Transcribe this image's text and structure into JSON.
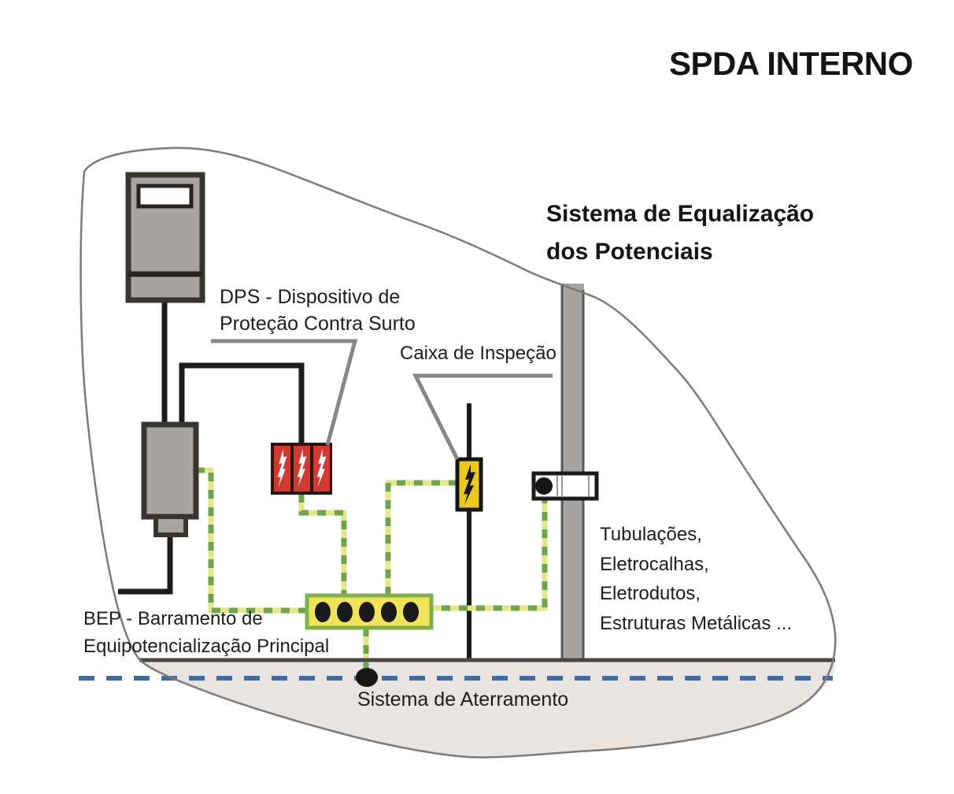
{
  "title": "SPDA INTERNO",
  "heading": {
    "text": "Sistema de Equalização\ndos Potenciais"
  },
  "labels": {
    "dps": "DPS - Dispositivo de\nProteção Contra Surto",
    "inspection": "Caixa de Inspeção",
    "metallic": "Tubulações,\nEletrocalhas,\nEletrodutos,\nEstruturas Metálicas ...",
    "bep": "BEP - Barramento de\nEquipotencialização Principal",
    "grounding": "Sistema de Aterramento"
  },
  "colors": {
    "dps_red": "#d13a30",
    "inspection_yellow": "#edc91f",
    "busbar_fill": "#f1e35a",
    "busbar_border": "#7fb04b",
    "wire_green": "#6ea44d",
    "wire_yellow": "#e3e68a",
    "grounding_ring_blue": "#3f6ca3",
    "metal_gray": "#a7a4a1",
    "soil_beige": "#e9e4e0",
    "outline_gray": "#7d7a77"
  }
}
